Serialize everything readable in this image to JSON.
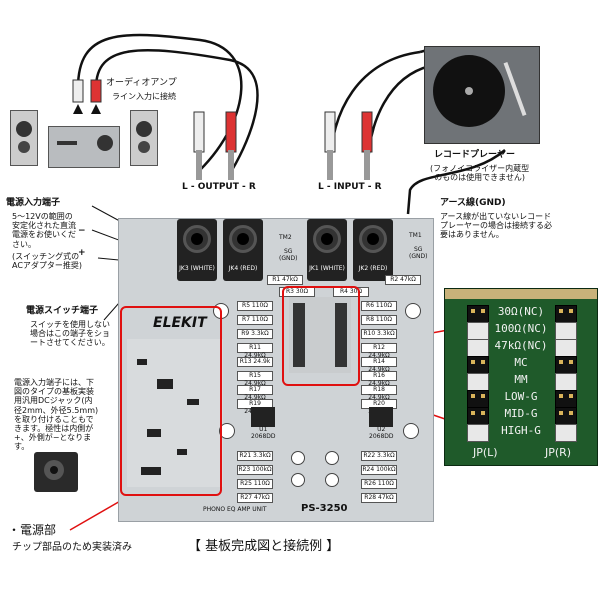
{
  "amp": {
    "title": "オーディオアンプ",
    "sub": "ライン入力に接続"
  },
  "turntable": {
    "title": "レコードプレーヤー",
    "note": "(フォノイコライザー内蔵型\nのものは使用できません)"
  },
  "ground": {
    "title": "アース線(GND)",
    "note": "アース線が出ていないレコード\nプレーヤーの場合は接続する必\n要はありません。"
  },
  "output_label": "L - OUTPUT - R",
  "input_label": "L - INPUT - R",
  "power_in": {
    "title": "電源入力端子",
    "desc": "5〜12Vの範囲の\n安定化された直流\n電源をお使いくだ\nさい。",
    "plus_minus_minus": "−",
    "plus": "+",
    "note": "(スイッチング式の\nACアダプター推奨)"
  },
  "power_switch": {
    "title": "電源スイッチ端子",
    "desc": "スイッチを使用しない\n場合はこの端子をショ\nートさせてください。"
  },
  "power_jack_note": "電源入力端子には、下\n図のタイプの基板実装\n用汎用DCジャック(内\n径2mm、外径5.5mm)\nを取り付けることもで\nきます。極性は内側が\n+、外側が−となりま\nす。",
  "power_section": {
    "title": "・電源部",
    "sub": "チップ部品のため実装済み"
  },
  "caption": "【 基板完成図と接続例 】",
  "board": {
    "brand": "ELEKIT",
    "footer_left": "PHONO EQ AMP UNIT",
    "footer_right": "PS-3250",
    "jacks": [
      "JK3 (WHITE)",
      "JK4 (RED)",
      "JK1 (WHITE)",
      "JK2 (RED)"
    ],
    "tm2": "TM2",
    "tm1": "TM1",
    "sg": "SG\n(GND)",
    "resistors_left": [
      "R5 110Ω",
      "R7 110Ω",
      "R9 3.3kΩ",
      "R11 24.9kΩ",
      "R13 24.9k",
      "R15 24.9kΩ",
      "R17 24.9kΩ",
      "R19 24.9kΩ"
    ],
    "resistors_right": [
      "R6 110Ω",
      "R8 110Ω",
      "R10 3.3kΩ",
      "R12 24.9kΩ",
      "R14 24.9kΩ",
      "R16 24.9kΩ",
      "R18 24.9kΩ",
      "R20 24.9kΩ"
    ],
    "r1": "R1 47kΩ",
    "r2": "R2 47kΩ",
    "r3": "R3 30Ω",
    "r4": "R4 30Ω",
    "bottom_res_left": [
      "R21 3.3kΩ",
      "R23 100kΩ",
      "R25 110Ω",
      "R27 47kΩ"
    ],
    "bottom_res_right": [
      "R22 3.3kΩ",
      "R24 100kΩ",
      "R26 110Ω",
      "R28 47kΩ"
    ],
    "u1": "U1\n2068DD",
    "u2": "U2\n2068DD"
  },
  "zoom": {
    "rows": [
      "30Ω(NC)",
      "100Ω(NC)",
      "47kΩ(NC)",
      "MC",
      "MM",
      "LOW-G",
      "MID-G",
      "HIGH-G"
    ],
    "jp_left": "JP(L)",
    "jp_right": "JP(R)"
  }
}
